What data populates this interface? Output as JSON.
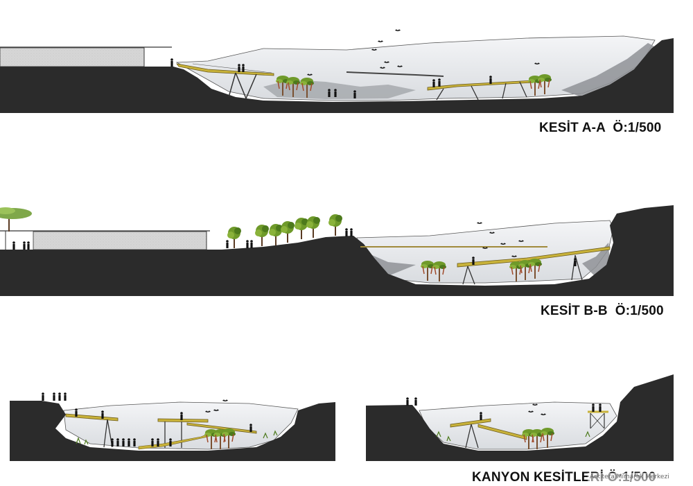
{
  "sections": [
    {
      "id": "a",
      "caption": "KESİT A-A  Ö:1/500"
    },
    {
      "id": "b",
      "caption": "KESİT B-B  Ö:1/500"
    },
    {
      "id": "k",
      "caption": "KANYON KESİTLERİ Ö:1/500"
    }
  ],
  "watermark": "Arkitera Mimarlık Merkezi",
  "colors": {
    "ground": "#2b2b2b",
    "sky_fill": "#e9ebee",
    "cliff_grey": "#8f9296",
    "building_fill": "#d8d8d8",
    "walkway": "#c8b23a",
    "walkway_dark": "#6a5a1c",
    "tree_green": "#6f9a2a",
    "tree_trunk": "#7a5030"
  }
}
